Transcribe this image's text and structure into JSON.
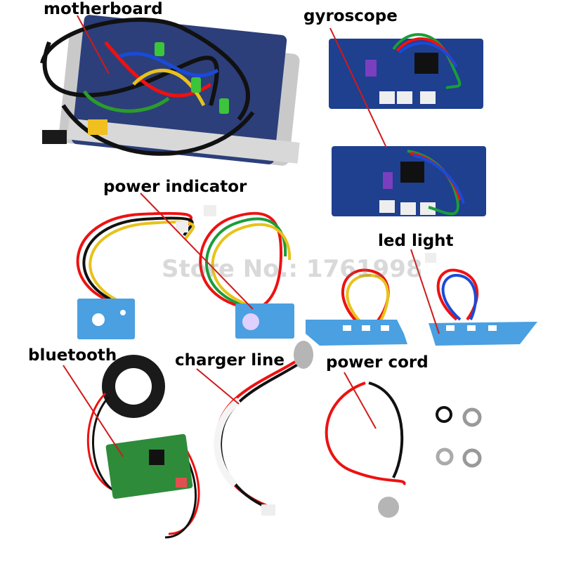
{
  "labels": {
    "motherboard": "motherboard",
    "gyroscope": "gyroscope",
    "power_indicator": "power indicator",
    "led_light": "led light",
    "bluetooth": "bluetooth",
    "charger_line": "charger line",
    "power_cord": "power cord"
  },
  "watermark": "Store No.: 1761998",
  "colors": {
    "pcb_blue": "#1f3f8f",
    "led_board_blue": "#4aa0e0",
    "bluetooth_pcb_green": "#2e8b3a",
    "label_text": "#000000",
    "pointer_line": "#d11a1a"
  }
}
